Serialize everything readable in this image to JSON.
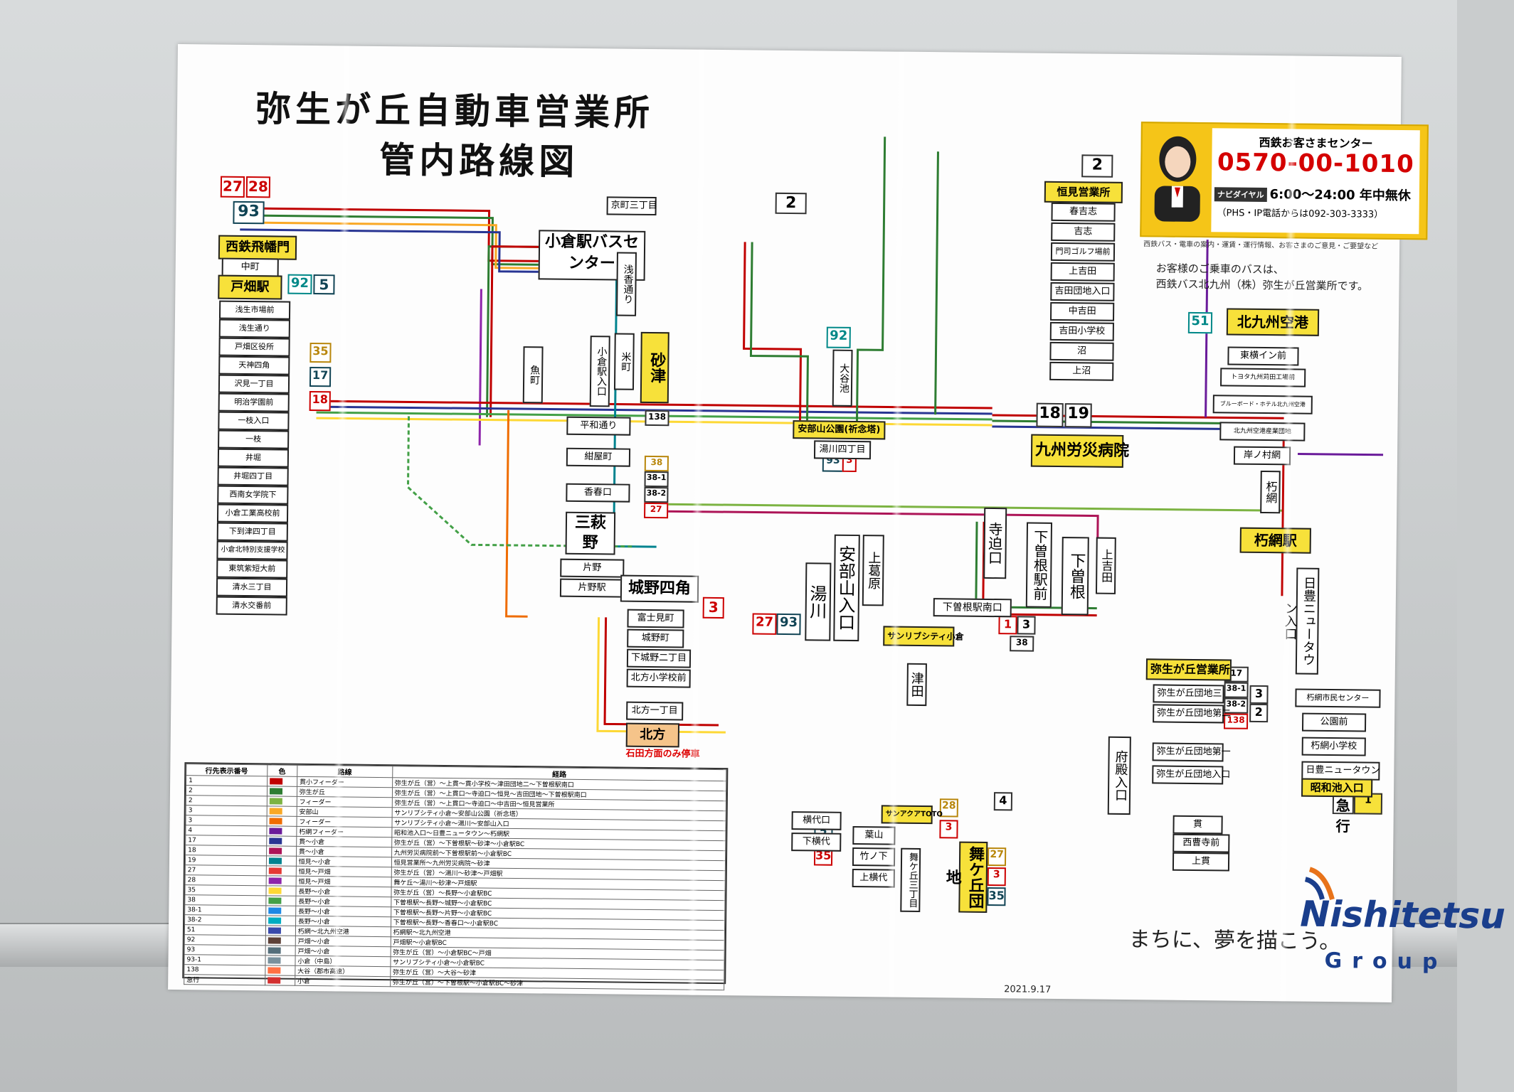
{
  "map_title_1": "弥生が丘自動車営業所",
  "map_title_2": "管内路線図",
  "route_badges": [
    "27",
    "28",
    "93",
    "92",
    "5",
    "35",
    "17",
    "18",
    "2",
    "2",
    "92",
    "51",
    "18",
    "19",
    "138",
    "38",
    "38-1",
    "38-2",
    "27",
    "3",
    "93",
    "3",
    "27",
    "93",
    "1",
    "3",
    "38",
    "17",
    "38-1",
    "38-2",
    "138",
    "3",
    "2",
    "3",
    "35",
    "28",
    "3",
    "35",
    "27",
    "3",
    "4",
    "急行",
    "1"
  ],
  "call_center": {
    "title": "西鉄お客さまセンター",
    "phone": "0570-00-1010",
    "navi_label": "ナビダイヤル",
    "hours": "6:00〜24:00 年中無休",
    "phs": "（PHS・IP電話からは092-303-3333）",
    "note": "西鉄バス・電車の案内・運賃・運行情報、お客さまのご意見・ご要望など"
  },
  "notice_1": "お客様のご乗車のバスは、",
  "notice_2": "西鉄バス北九州（株）弥生が丘営業所です。",
  "stops": {
    "top_left": [
      "西鉄飛幡門",
      "中町",
      "戸畑駅",
      "浅生市場前",
      "浅生通り",
      "戸畑区役所",
      "天神四角",
      "沢見一丁目",
      "明治学園前",
      "一枝入口",
      "一枝",
      "井堀",
      "井堀四丁目",
      "西南女学院下",
      "小倉工業高校前",
      "下到津四丁目",
      "小倉北特別支援学校",
      "東筑紫短大前",
      "清水三丁目",
      "清水交番前"
    ],
    "kokura": [
      "小倉駅バスセンター",
      "京町三丁目",
      "浅香通り",
      "砂津",
      "米町",
      "小倉駅入口",
      "魚町",
      "平和通り",
      "紺屋町",
      "香春口",
      "三萩野",
      "片野",
      "片野駅",
      "城野四角",
      "富士見町",
      "城野町",
      "下城野二丁目",
      "北方小学校前",
      "北方一丁目",
      "北方"
    ],
    "mid": [
      "大谷池",
      "安部山公園(祈念塔)",
      "湯川四丁目",
      "安部山入口",
      "湯川",
      "上葛原",
      "下曽根駅南口",
      "九州労災病院",
      "寺迫口",
      "下曽根",
      "下曽根駅前",
      "上吉田",
      "恒見営業所",
      "春吉志",
      "吉志",
      "門司ゴルフ場前",
      "上吉田",
      "吉田団地入口",
      "中吉田",
      "吉田小学校",
      "沼",
      "上沼"
    ],
    "right": [
      "北九州空港",
      "東横イン前",
      "トヨタ九州苅田工場前",
      "ブルーボード・ホテル北九州空港",
      "北九州空港産業団地",
      "岸ノ村網",
      "朽網",
      "朽網駅",
      "日豊ニュータウン入口",
      "朽網市民センター",
      "公園前",
      "朽網小学校",
      "日豊ニュータウン",
      "昭和池入口"
    ],
    "bottom": [
      "弥生が丘営業所",
      "弥生が丘団地三",
      "弥生が丘団地第二",
      "弥生が丘団地第一",
      "弥生が丘団地入口",
      "貫",
      "西曹寺前",
      "上貫",
      "府殿入口",
      "サンリブシティ小倉",
      "津田",
      "舞ケ丘団地",
      "葉山",
      "竹ノ下",
      "上横代",
      "横代口",
      "下横代",
      "舞ケ丘三丁目",
      "サンアクアTOTO"
    ]
  },
  "legend": {
    "headers": [
      "行先表示番号",
      "色",
      "路線",
      "経路"
    ],
    "rows": [
      [
        "1",
        "#c00000",
        "貫小フィーダー",
        "弥生が丘（営）〜上貫〜貫小学校〜津田団地二〜下曽根駅南口"
      ],
      [
        "2",
        "#2e7d32",
        "弥生が丘",
        "弥生が丘（営）〜上貫口〜寺迫口〜恒見〜吉田団地〜下曽根駅南口"
      ],
      [
        "2",
        "#7cb342",
        "フィーダー",
        "弥生が丘（営）〜上貫口〜寺迫口〜中吉田〜恒見営業所"
      ],
      [
        "3",
        "#f9a825",
        "安部山",
        "サンリブシティ小倉〜安部山公園（祈念塔）"
      ],
      [
        "3",
        "#ef6c00",
        "フィーダー",
        "サンリブシティ小倉〜湯川〜安部山入口"
      ],
      [
        "4",
        "#6a1b9a",
        "朽網フィーダー",
        "昭和池入口〜日豊ニュータウン〜朽網駅"
      ],
      [
        "17",
        "#283593",
        "貫〜小倉",
        "弥生が丘（営）〜下曽根駅〜砂津〜小倉駅BC"
      ],
      [
        "18",
        "#ad1457",
        "貫〜小倉",
        "九州労災病院前〜下曽根駅前〜小倉駅BC"
      ],
      [
        "19",
        "#00838f",
        "恒見〜小倉",
        "恒見営業所〜九州労災病院〜砂津"
      ],
      [
        "27",
        "#e53935",
        "恒見〜戸畑",
        "弥生が丘（営）〜湯川〜砂津〜戸畑駅"
      ],
      [
        "28",
        "#8e24aa",
        "恒見〜戸畑",
        "舞ケ丘〜湯川〜砂津〜戸畑駅"
      ],
      [
        "35",
        "#fdd835",
        "長野〜小倉",
        "弥生が丘（営）〜長野〜小倉駅BC"
      ],
      [
        "38",
        "#43a047",
        "長野〜小倉",
        "下曽根駅〜長野〜城野〜小倉駅BC"
      ],
      [
        "38-1",
        "#1e88e5",
        "長野〜小倉",
        "下曽根駅〜長野〜片野〜小倉駅BC"
      ],
      [
        "38-2",
        "#00acc1",
        "長野〜小倉",
        "下曽根駅〜長野〜香春口〜小倉駅BC"
      ],
      [
        "51",
        "#3949ab",
        "朽網〜北九州空港",
        "朽網駅〜北九州空港"
      ],
      [
        "92",
        "#5d4037",
        "戸畑〜小倉",
        "戸畑駅〜小倉駅BC"
      ],
      [
        "93",
        "#546e7a",
        "戸畑〜小倉",
        "弥生が丘（営）〜小倉駅BC〜戸畑"
      ],
      [
        "93-1",
        "#78909c",
        "小倉（中島）",
        "サンリブシティ小倉〜小倉駅BC"
      ],
      [
        "138",
        "#ff7043",
        "大谷（郡市高速）",
        "弥生が丘（営）〜大谷〜砂津"
      ],
      [
        "急行",
        "#d32f2f",
        "小倉",
        "弥生が丘（営）〜下曽根駅〜小倉駅BC〜砂津"
      ]
    ]
  },
  "slogan": "まちに、夢を描こう。",
  "logo_text": "Nishitetsu",
  "logo_group": "Group",
  "print_date": "2021.9.17",
  "airport_note": "石田方面のみ停車"
}
